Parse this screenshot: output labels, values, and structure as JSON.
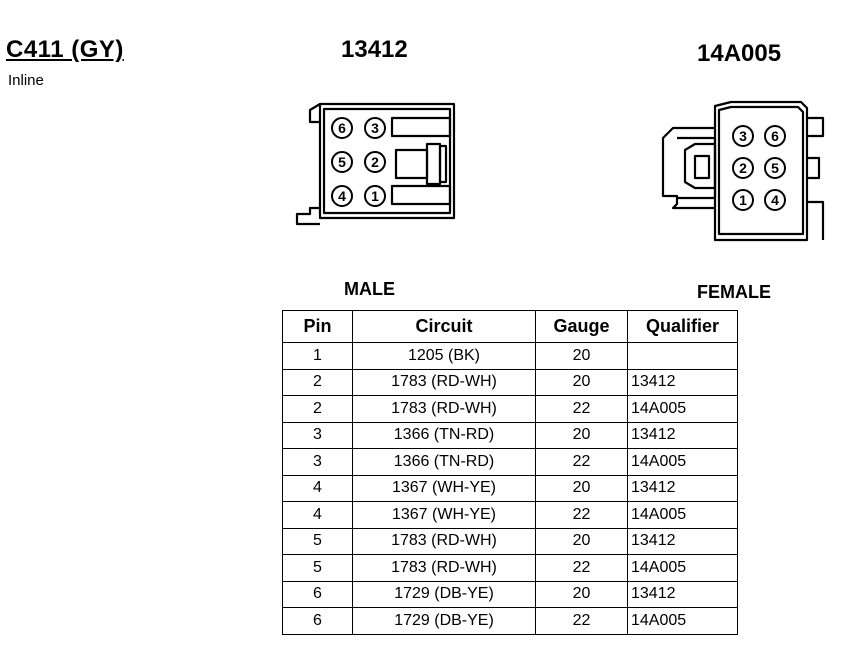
{
  "connector": {
    "id": "C411 (GY)",
    "type": "Inline"
  },
  "male": {
    "part_number": "13412",
    "label": "MALE",
    "pins": [
      {
        "num": "6",
        "row": 0,
        "col": 0
      },
      {
        "num": "3",
        "row": 0,
        "col": 1
      },
      {
        "num": "5",
        "row": 1,
        "col": 0
      },
      {
        "num": "2",
        "row": 1,
        "col": 1
      },
      {
        "num": "4",
        "row": 2,
        "col": 0
      },
      {
        "num": "1",
        "row": 2,
        "col": 1
      }
    ]
  },
  "female": {
    "part_number": "14A005",
    "label": "FEMALE",
    "pins": [
      {
        "num": "3",
        "row": 0,
        "col": 0
      },
      {
        "num": "6",
        "row": 0,
        "col": 1
      },
      {
        "num": "2",
        "row": 1,
        "col": 0
      },
      {
        "num": "5",
        "row": 1,
        "col": 1
      },
      {
        "num": "1",
        "row": 2,
        "col": 0
      },
      {
        "num": "4",
        "row": 2,
        "col": 1
      }
    ]
  },
  "table": {
    "headers": [
      "Pin",
      "Circuit",
      "Gauge",
      "Qualifier"
    ],
    "rows": [
      [
        "1",
        "1205 (BK)",
        "20",
        ""
      ],
      [
        "2",
        "1783 (RD-WH)",
        "20",
        "13412"
      ],
      [
        "2",
        "1783 (RD-WH)",
        "22",
        "14A005"
      ],
      [
        "3",
        "1366 (TN-RD)",
        "20",
        "13412"
      ],
      [
        "3",
        "1366 (TN-RD)",
        "22",
        "14A005"
      ],
      [
        "4",
        "1367 (WH-YE)",
        "20",
        "13412"
      ],
      [
        "4",
        "1367 (WH-YE)",
        "22",
        "14A005"
      ],
      [
        "5",
        "1783 (RD-WH)",
        "20",
        "13412"
      ],
      [
        "5",
        "1783 (RD-WH)",
        "22",
        "14A005"
      ],
      [
        "6",
        "1729 (DB-YE)",
        "20",
        "13412"
      ],
      [
        "6",
        "1729 (DB-YE)",
        "22",
        "14A005"
      ]
    ]
  }
}
